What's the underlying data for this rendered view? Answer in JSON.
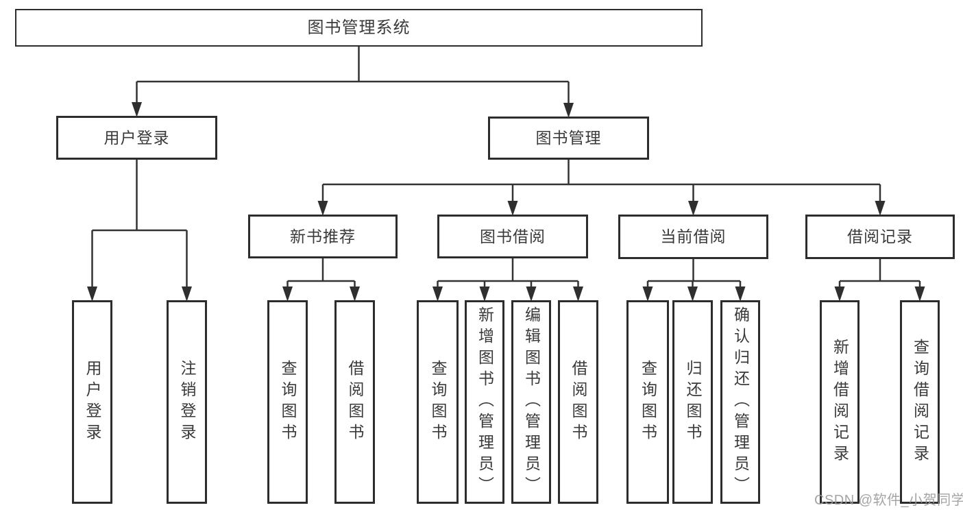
{
  "nodes": {
    "root": "图书管理系统",
    "user_login": "用户登录",
    "book_mgmt": "图书管理",
    "new_book_rec": "新书推荐",
    "book_borrow": "图书借阅",
    "current_borrow": "当前借阅",
    "borrow_records": "借阅记录",
    "leaf_user_login": "用户登录",
    "leaf_logout": "注销登录",
    "leaf_query_book_1": "查询图书",
    "leaf_borrow_book_1": "借阅图书",
    "leaf_query_book_2": "查询图书",
    "leaf_add_book": "新增图书（管理员）",
    "leaf_edit_book": "编辑图书（管理员）",
    "leaf_borrow_book_2": "借阅图书",
    "leaf_query_book_3": "查询图书",
    "leaf_return_book": "归还图书",
    "leaf_confirm_return": "确认归还（管理员）",
    "leaf_add_record": "新增借阅记录",
    "leaf_query_record": "查询借阅记录"
  },
  "hierarchy": {
    "图书管理系统": {
      "用户登录": [
        "用户登录",
        "注销登录"
      ],
      "图书管理": {
        "新书推荐": [
          "查询图书",
          "借阅图书"
        ],
        "图书借阅": [
          "查询图书",
          "新增图书（管理员）",
          "编辑图书（管理员）",
          "借阅图书"
        ],
        "当前借阅": [
          "查询图书",
          "归还图书",
          "确认归还（管理员）"
        ],
        "借阅记录": [
          "新增借阅记录",
          "查询借阅记录"
        ]
      }
    }
  },
  "colors": {
    "line": "#333333",
    "border": "#2d2d2d",
    "text": "#3a3a3a",
    "watermark": "#9a9a9a",
    "background": "#ffffff"
  },
  "watermark": {
    "text": "CSDN @软件_小贺同学"
  }
}
